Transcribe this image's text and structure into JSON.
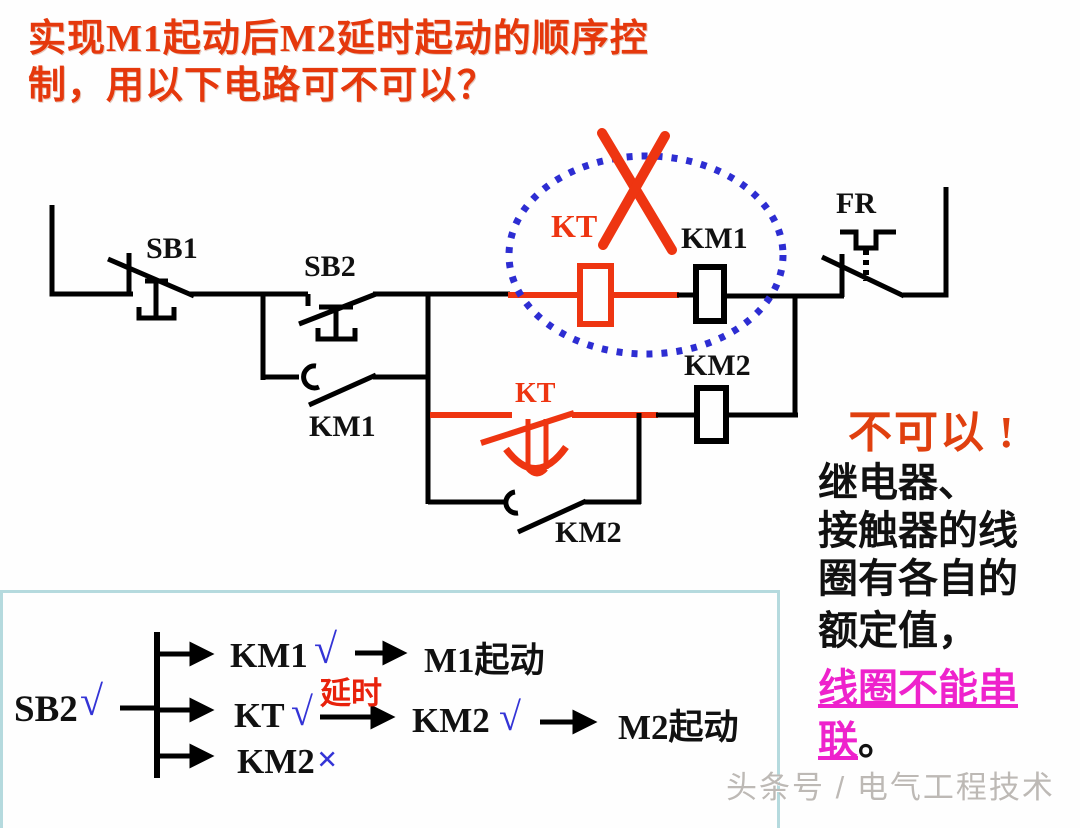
{
  "title": {
    "line1": "实现M1起动后M2延时起动的顺序控",
    "line2": "制，用以下电路可不可以？"
  },
  "circuit": {
    "sb1_label": "SB1",
    "sb2_label": "SB2",
    "km1_contact_label": "KM1",
    "kt_coil_label": "KT",
    "km1_coil_label": "KM1",
    "km2_coil_label": "KM2",
    "kt_contact_label": "KT",
    "km2_contact_label": "KM2",
    "fr_label": "FR"
  },
  "verdict": "不可以 !",
  "note": {
    "line1": "继电器、",
    "line2": "接触器的线",
    "line3": "圈有各自的",
    "line4": "额定值，",
    "highlight_line1": "线圈不能串",
    "highlight_line2": "联",
    "period": "。"
  },
  "flow": {
    "sb2": "SB2",
    "check": "√",
    "cross": "×",
    "km1": "KM1",
    "m1_start": "M1起动",
    "kt": "KT",
    "delay": "延时",
    "km2": "KM2",
    "m2_start": "M2起动",
    "km2_fail": "KM2"
  },
  "watermark": "头条号 / 电气工程技术",
  "colors": {
    "title_red": "#e5380c",
    "circuit_red": "#ee3511",
    "check_blue": "#3434d6",
    "ellipse_blue": "#2d2dd2",
    "highlight_magenta": "#ee22cc",
    "box_border": "#b5dade",
    "watermark_gray": "#bdb9b5"
  }
}
